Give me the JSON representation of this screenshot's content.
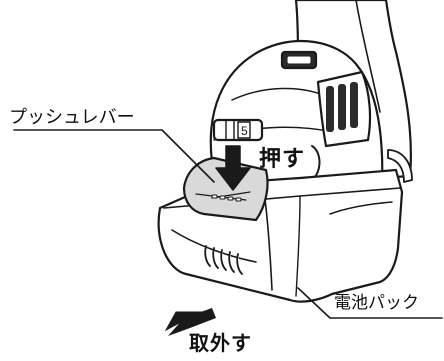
{
  "labels": {
    "push_lever": "プッシュレバー",
    "press": "押す",
    "battery_pack": "電池パック",
    "remove": "取外す"
  }
}
